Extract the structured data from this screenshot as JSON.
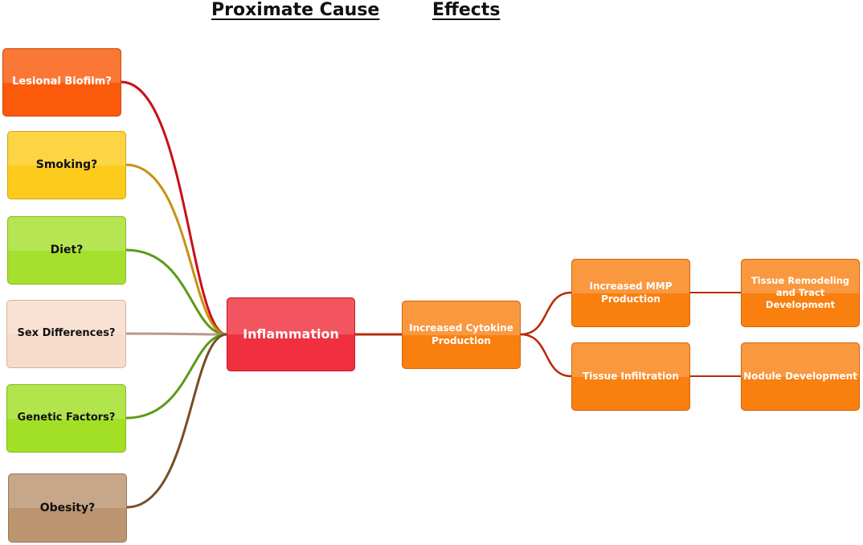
{
  "headings": {
    "proximate": "Proximate Cause",
    "effects": "Effects"
  },
  "causes": [
    {
      "id": "biofilm",
      "label": "Lesional Biofilm?",
      "fill": "#fa5a0a",
      "text": "#ffffff",
      "line": "#c8101a"
    },
    {
      "id": "smoking",
      "label": "Smoking?",
      "fill": "#fccb1c",
      "text": "#111111",
      "line": "#c79210"
    },
    {
      "id": "diet",
      "label": "Diet?",
      "fill": "#a6e02e",
      "text": "#111111",
      "line": "#5c9a1a"
    },
    {
      "id": "sex",
      "label": "Sex Differences?",
      "fill": "#f8dccb",
      "text": "#111111",
      "line": "#b89a88"
    },
    {
      "id": "genetic",
      "label": "Genetic Factors?",
      "fill": "#a2e025",
      "text": "#111111",
      "line": "#5c9a1a"
    },
    {
      "id": "obesity",
      "label": "Obesity?",
      "fill": "#bb9470",
      "text": "#111111",
      "line": "#7a4d25"
    }
  ],
  "center": {
    "label": "Inflammation",
    "fill": "#f0303e"
  },
  "effects": {
    "cytokine": "Increased Cytokine Production",
    "mmp": "Increased MMP Production",
    "infiltration": "Tissue Infiltration",
    "remodeling": "Tissue Remodeling and Tract Development",
    "nodule": "Nodule Development"
  },
  "effect_link_color": "#b82a05"
}
